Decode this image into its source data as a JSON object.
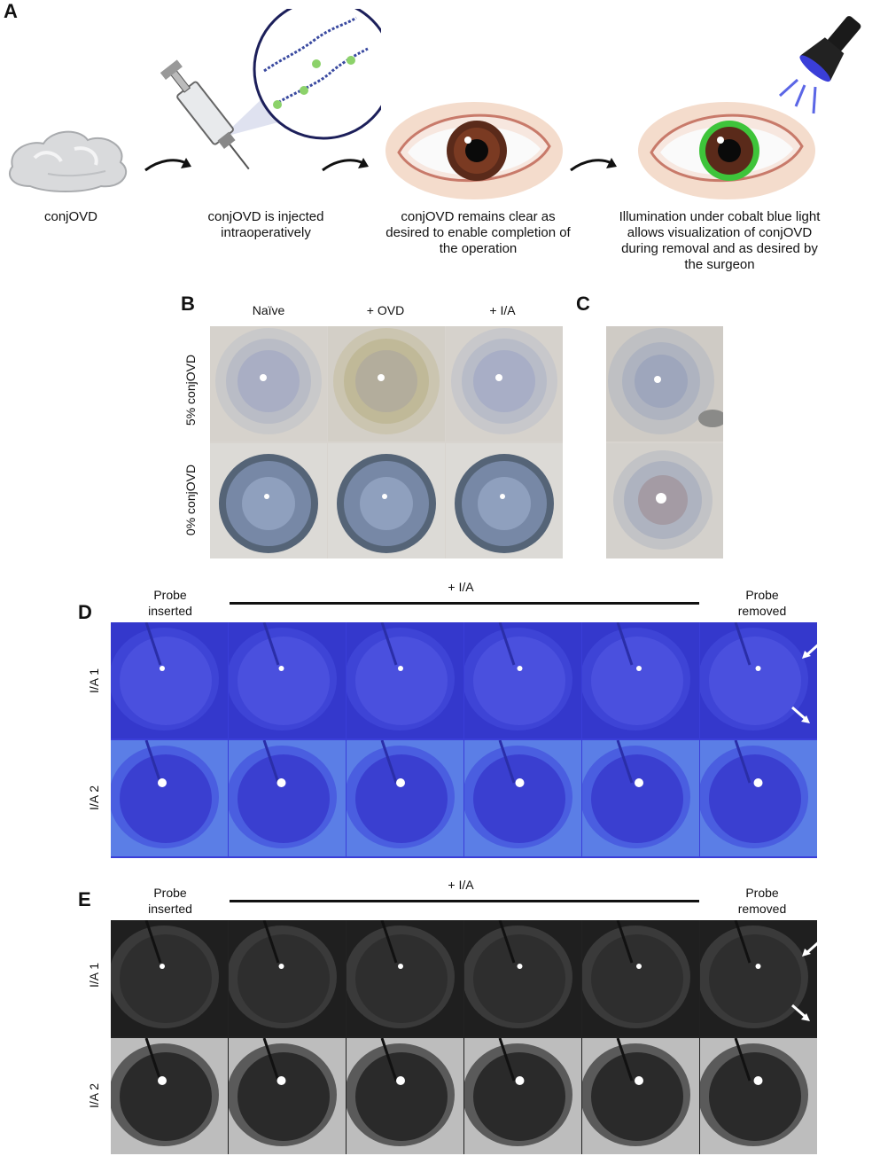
{
  "panels": {
    "A": {
      "letter": "A",
      "steps": [
        "conjOVD",
        "conjOVD is injected intraoperatively",
        "conjOVD remains clear as desired to enable completion of the operation",
        "Illumination under cobalt blue light allows visualization of conjOVD during removal and as desired by the surgeon"
      ]
    },
    "B": {
      "letter": "B",
      "columns": [
        "Naïve",
        "+ OVD",
        "+ I/A"
      ],
      "rows": [
        "5% conjOVD",
        "0% conjOVD"
      ]
    },
    "C": {
      "letter": "C"
    },
    "D": {
      "letter": "D",
      "left_label": "Probe inserted",
      "middle_label": "+ I/A",
      "right_label": "Probe removed",
      "rows": [
        "I/A 1",
        "I/A 2"
      ]
    },
    "E": {
      "letter": "E",
      "left_label": "Probe inserted",
      "middle_label": "+ I/A",
      "right_label": "Probe removed",
      "rows": [
        "I/A 1",
        "I/A 2"
      ]
    }
  },
  "colors": {
    "cobalt": "#3a3ed8",
    "iris": "#5a2a1a",
    "fluorescent": "#3ec43a"
  }
}
